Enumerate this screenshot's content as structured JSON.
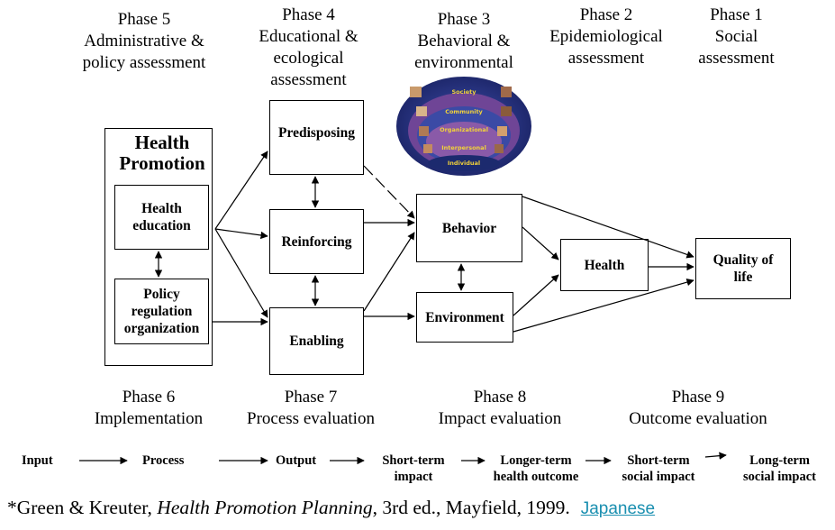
{
  "phases_top": [
    {
      "line1": "Phase 5",
      "line2": "Administrative &",
      "line3": "policy assessment",
      "line4": ""
    },
    {
      "line1": "Phase 4",
      "line2": "Educational &",
      "line3": "ecological",
      "line4": "assessment"
    },
    {
      "line1": "Phase 3",
      "line2": "Behavioral &",
      "line3": "environmental",
      "line4": ""
    },
    {
      "line1": "Phase 2",
      "line2": "Epidemiological",
      "line3": "assessment",
      "line4": ""
    },
    {
      "line1": "Phase 1",
      "line2": "Social",
      "line3": "assessment",
      "line4": ""
    }
  ],
  "phases_bottom": [
    {
      "line1": "Phase 6",
      "line2": "Implementation"
    },
    {
      "line1": "Phase 7",
      "line2": "Process evaluation"
    },
    {
      "line1": "Phase 8",
      "line2": "Impact evaluation"
    },
    {
      "line1": "Phase 9",
      "line2": "Outcome evaluation"
    }
  ],
  "health_promotion": {
    "title_line1": "Health",
    "title_line2": "Promotion"
  },
  "boxes": {
    "health_education": {
      "line1": "Health",
      "line2": "education"
    },
    "policy": {
      "line1": "Policy",
      "line2": "regulation",
      "line3": "organization"
    },
    "predisposing": "Predisposing",
    "reinforcing": "Reinforcing",
    "enabling": "Enabling",
    "behavior": "Behavior",
    "environment": "Environment",
    "health": "Health",
    "quality": {
      "line1": "Quality of",
      "line2": "life"
    }
  },
  "ecological_levels": [
    "Society",
    "Community",
    "Organizational",
    "Interpersonal",
    "Individual"
  ],
  "colors": {
    "ellipse_outer": "#2b3a8c",
    "ellipse_mid": "#7a4fa0",
    "ellipse_inner": "#1c2a6e",
    "level_text": "#f2d23a",
    "link": "#1a8fb0"
  },
  "flow": {
    "input": "Input",
    "process": "Process",
    "output": "Output",
    "short_term_impact": {
      "line1": "Short-term",
      "line2": "impact"
    },
    "longer_term": {
      "line1": "Longer-term",
      "line2": "health outcome"
    },
    "short_term_social": {
      "line1": "Short-term",
      "line2": "social impact"
    },
    "long_term": {
      "line1": "Long-term",
      "line2": "social impact"
    }
  },
  "citation": {
    "authors": "*Green & Kreuter, ",
    "title": "Health Promotion Planning",
    "rest": ", 3rd ed., Mayfield, 1999.",
    "link": "Japanese"
  }
}
